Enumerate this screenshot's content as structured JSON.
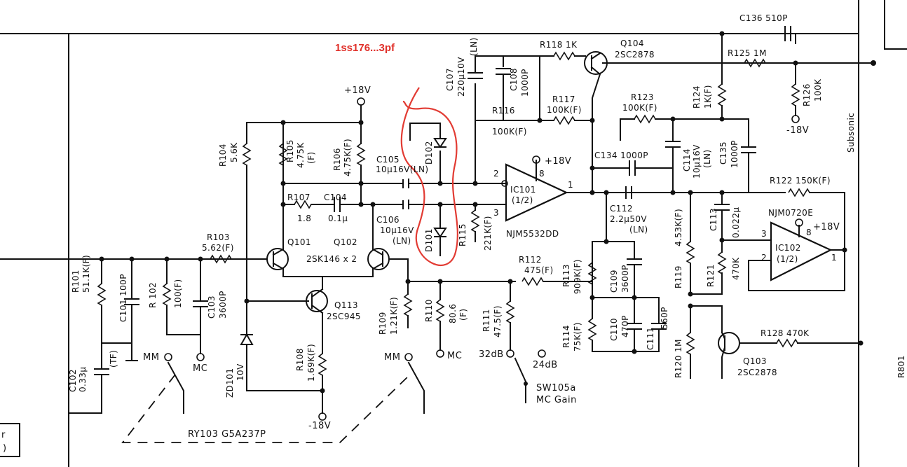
{
  "annotation": {
    "text": "1ss176...3pf",
    "color": "#e0302a"
  },
  "rails": {
    "pos_top": "+18V",
    "neg_bottom": "-18V",
    "neg_right": "-18V",
    "opamp1_supply": "+18V",
    "opamp2_supply": "+18V"
  },
  "resistors": {
    "R101": "R101",
    "R101_val": "51.1K(F)",
    "R102": "R 102",
    "R102_val": "100(F)",
    "R103": "R103",
    "R103_val": "5.62(F)",
    "R104": "R104",
    "R104_val": "5.6K",
    "R105": "R105",
    "R105_val": "4.75K",
    "R105_tol": "(F)",
    "R106": "R106",
    "R106_val": "4.75K(F)",
    "R107": "R107",
    "R107_val": "1.8",
    "R108": "R108",
    "R108_val": "1.69K(F)",
    "R109": "R109",
    "R109_val": "1.21K(F)",
    "R110": "R110",
    "R110_val": "80.6",
    "R110_tol": "(F)",
    "R111": "R111",
    "R111_val": "47.5(F)",
    "R112": "R112",
    "R112_val": "475(F)",
    "R113": "R113",
    "R113_val": "909K(F)",
    "R114": "R114",
    "R114_val": "75K(F)",
    "R115": "R115",
    "R115_val": "221K(F)",
    "R116": "R116",
    "R116_val": "100K(F)",
    "R117": "R117",
    "R117_val": "100K(F)",
    "R118": "R118 1K",
    "R119": "R119",
    "R119_val": "4.53K(F)",
    "R120": "R120 1M",
    "R121": "R121",
    "R121_val": "470K",
    "R122": "R122 150K(F)",
    "R123": "R123",
    "R123_val": "100K(F)",
    "R124": "R124",
    "R124_val": "1K(F)",
    "R125": "R125 1M",
    "R126": "R126",
    "R126_val": "100K",
    "R128": "R128 470K",
    "R801": "R801"
  },
  "capacitors": {
    "C101": "C101 100P",
    "C102": "C102",
    "C102_val": "0.33µ",
    "C102_tol": "(TF)",
    "C103": "C103",
    "C103_val": "3600P",
    "C104": "C104",
    "C104_val": "0.1µ",
    "C105": "C105",
    "C105_val": "10µ16V(LN)",
    "C106": "C106",
    "C106_val": "10µ16V",
    "C106_tol": "(LN)",
    "C107": "C107",
    "C107_val": "220µ10V",
    "C107_tol": "(LN)",
    "C108": "C108",
    "C108_val": "1000P",
    "C109": "C109",
    "C109_val": "3600P",
    "C110": "C110",
    "C110_val": "470P",
    "C111": "C111",
    "C111_val": "560P",
    "C112": "C112",
    "C112_val": "2.2µ50V",
    "C112_tol": "(LN)",
    "C113": "C113",
    "C113_val": "0.022µ",
    "C114": "C114",
    "C114_val": "10µ16V",
    "C114_tol": "(LN)",
    "C134": "C134 1000P",
    "C135": "C135",
    "C135_val": "1000P",
    "C136": "C136 510P"
  },
  "semis": {
    "Q101": "Q101",
    "Q102": "Q102",
    "Q_pair": "2SK146 x 2",
    "Q103": "Q103",
    "Q103_type": "2SC2878",
    "Q104": "Q104",
    "Q104_type": "2SC2878",
    "Q113": "Q113",
    "Q113_type": "2SC945",
    "ZD101": "ZD101",
    "ZD101_val": "10V",
    "D101": "D101",
    "D102": "D102",
    "IC101": "IC101",
    "IC101_half": "(1/2)",
    "IC101_type": "NJM5532DD",
    "IC102": "IC102",
    "IC102_half": "(1/2)",
    "IC102_type": "NJM0720E",
    "pin2": "2",
    "pin3": "3",
    "pin8": "8",
    "pin1": "1",
    "ic2_pin3": "3",
    "ic2_pin2": "2",
    "ic2_pin8": "8",
    "ic2_pin1": "1"
  },
  "switches": {
    "mm_left": "MM",
    "mc_left": "MC",
    "mm_right": "MM",
    "mc_right": "MC",
    "db32": "32dB",
    "db24": "24dB",
    "sw_name": "SW105a",
    "sw_func": "MC Gain",
    "relay": "RY103  G5A237P"
  },
  "misc": {
    "subsonic": "Subsonic",
    "left_box_top": "r",
    "left_box_bottom": ")"
  }
}
